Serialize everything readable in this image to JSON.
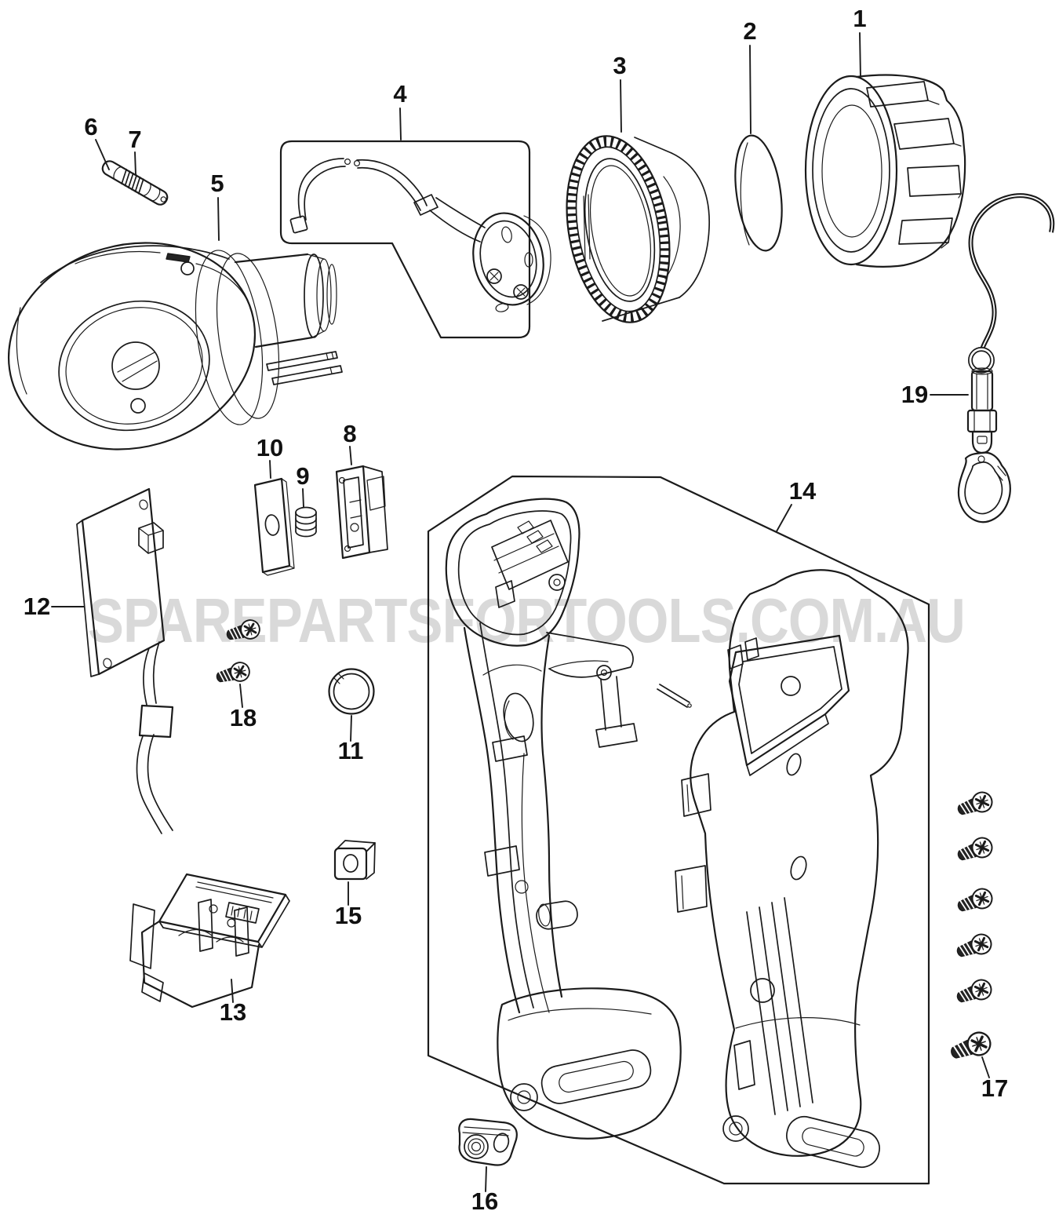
{
  "watermark": {
    "text": "SPAREPARTSFORTOOLS.COM.AU",
    "color": "#d9d9d9"
  },
  "colors": {
    "ink": "#1b1b1b",
    "background": "#ffffff"
  },
  "labels": [
    {
      "number": "1"
    },
    {
      "number": "2"
    },
    {
      "number": "3"
    },
    {
      "number": "4"
    },
    {
      "number": "5"
    },
    {
      "number": "6"
    },
    {
      "number": "7"
    },
    {
      "number": "8"
    },
    {
      "number": "9"
    },
    {
      "number": "10"
    },
    {
      "number": "11"
    },
    {
      "number": "12"
    },
    {
      "number": "13"
    },
    {
      "number": "14"
    },
    {
      "number": "15"
    },
    {
      "number": "16"
    },
    {
      "number": "17"
    },
    {
      "number": "18"
    },
    {
      "number": "19"
    }
  ]
}
